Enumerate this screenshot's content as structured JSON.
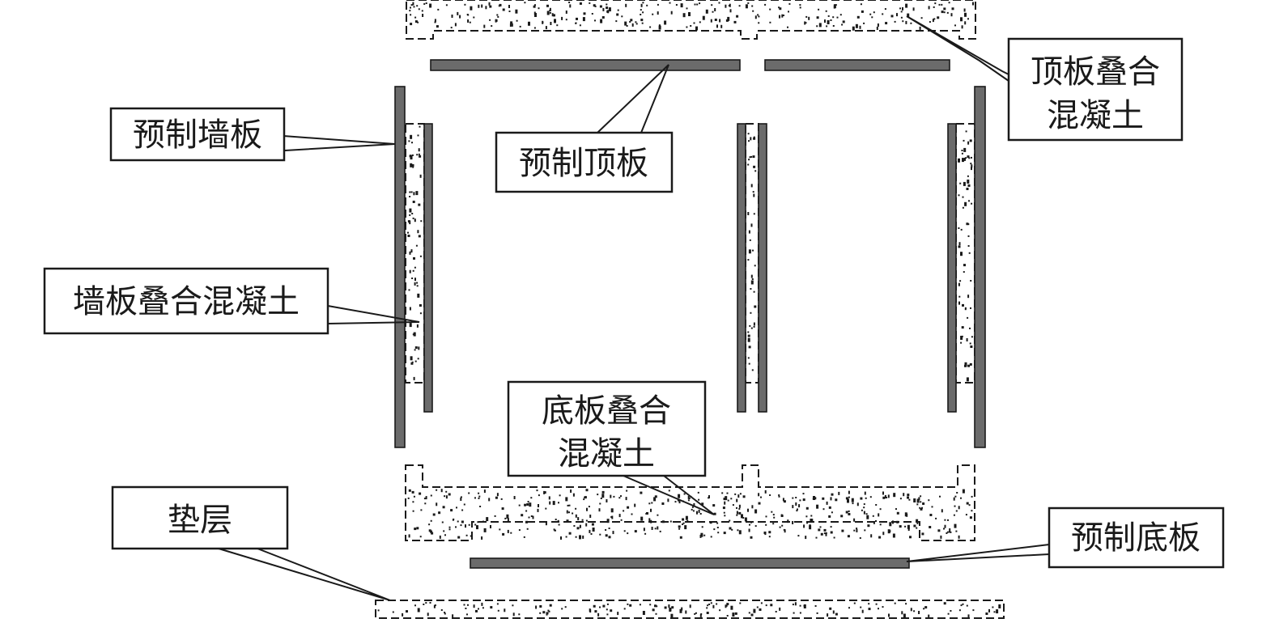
{
  "labels": {
    "top_slab_concrete_line1": "顶板叠合",
    "top_slab_concrete_line2": "混凝土",
    "precast_wall_panel": "预制墙板",
    "precast_top_slab": "预制顶板",
    "wall_panel_concrete": "墙板叠合混凝土",
    "bottom_slab_concrete_line1": "底板叠合",
    "bottom_slab_concrete_line2": "混凝土",
    "cushion_layer": "垫层",
    "precast_bottom_slab": "预制底板"
  },
  "colors": {
    "panel_fill": "#6b6b6b",
    "line": "#1a1a1a",
    "background": "#ffffff"
  }
}
